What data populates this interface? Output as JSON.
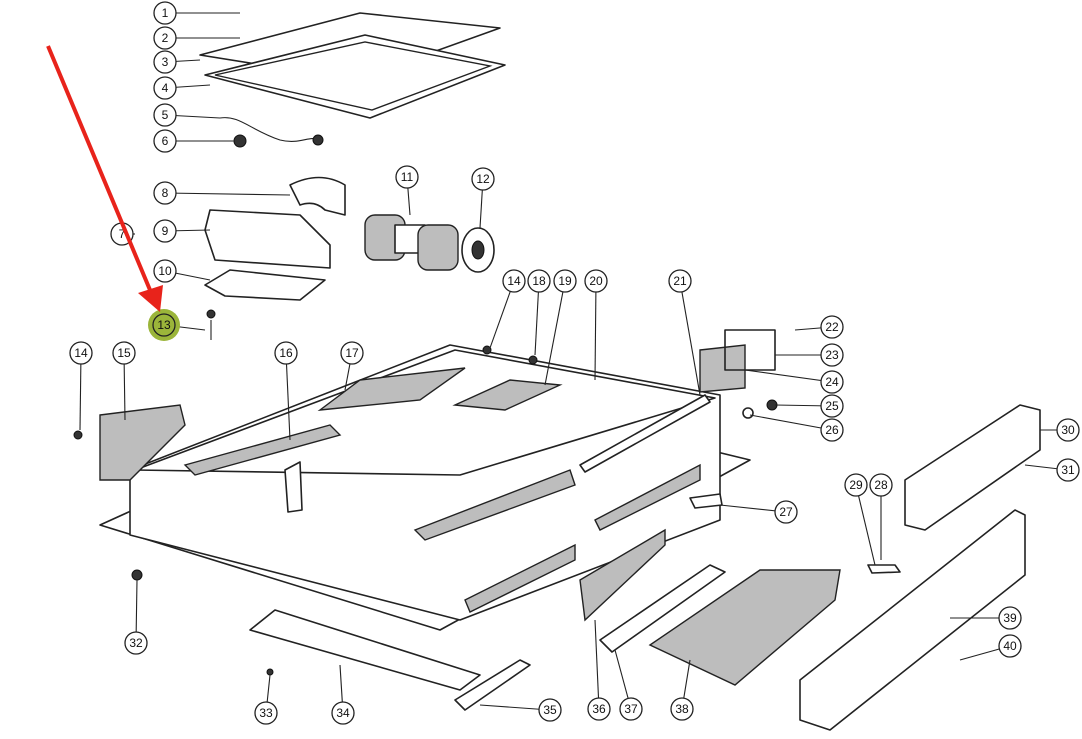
{
  "diagram": {
    "callouts": [
      "1",
      "2",
      "3",
      "4",
      "5",
      "6",
      "7",
      "8",
      "9",
      "10",
      "11",
      "12",
      "13",
      "14",
      "18",
      "19",
      "20",
      "21",
      "22",
      "23",
      "24",
      "25",
      "26",
      "14",
      "15",
      "16",
      "17",
      "30",
      "31",
      "27",
      "29",
      "28",
      "39",
      "40",
      "32",
      "33",
      "34",
      "35",
      "36",
      "37",
      "38"
    ],
    "highlighted_callout": "13",
    "highlight_color": "#9bb53a",
    "arrow_color": "#e8231b"
  }
}
